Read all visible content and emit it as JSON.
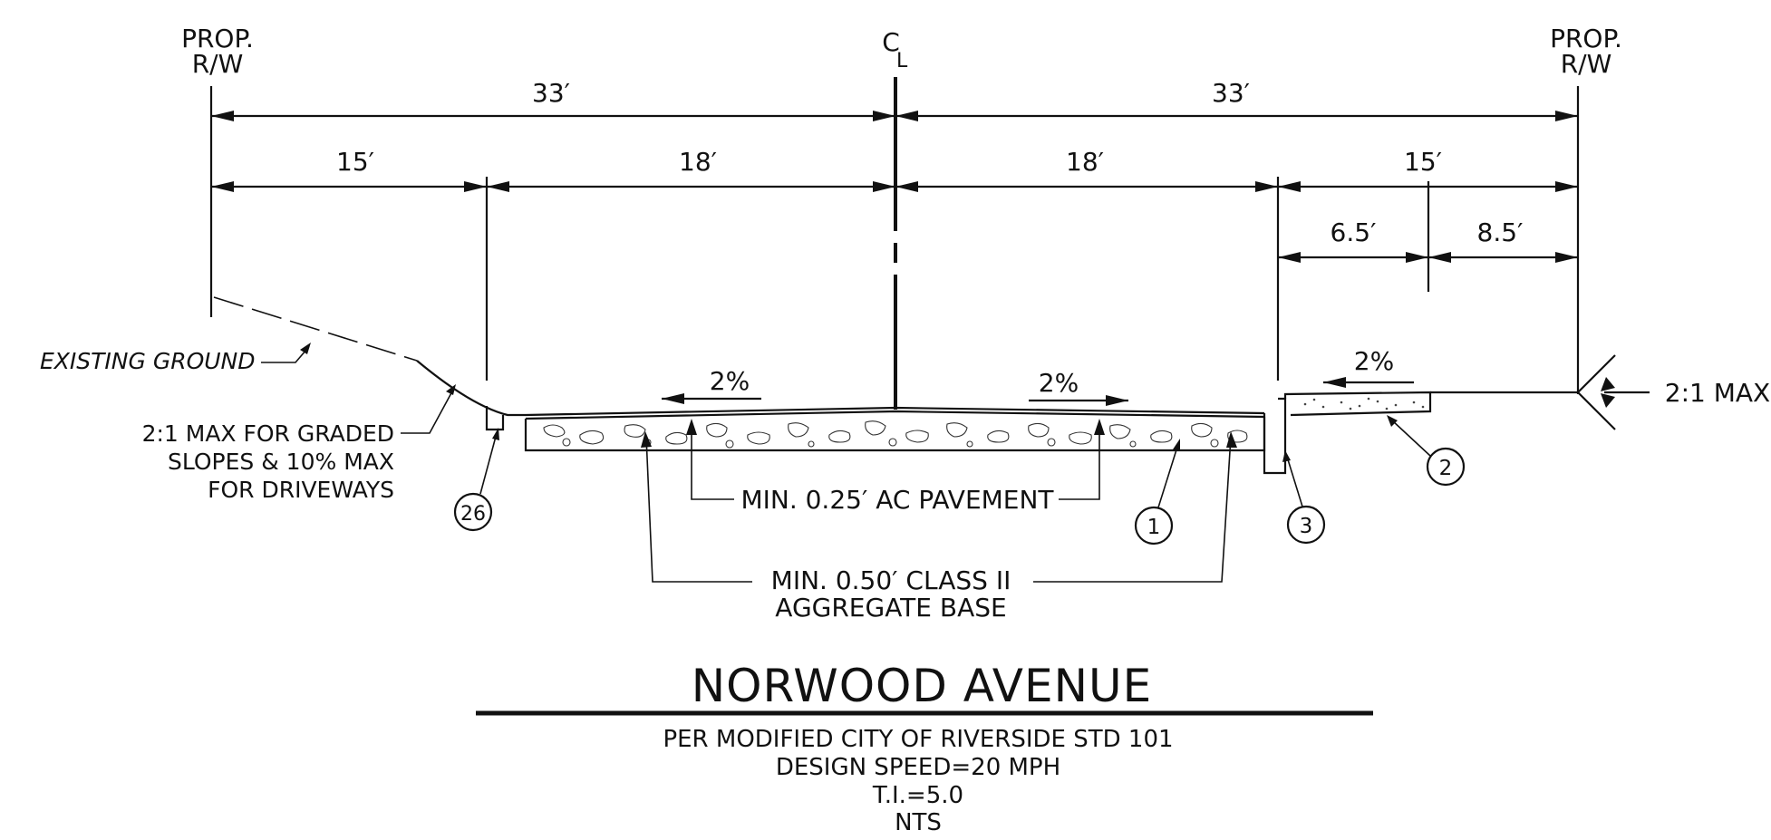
{
  "header": {
    "left_row_line1": "PROP.",
    "left_row_line2": "R/W",
    "right_row_line1": "PROP.",
    "right_row_line2": "R/W",
    "centerline_symbol_c": "C",
    "centerline_symbol_l": "L"
  },
  "dimensions": {
    "left_total": "33′",
    "right_total": "33′",
    "left_parkway": "15′",
    "left_half_road": "18′",
    "right_half_road": "18′",
    "right_parkway": "15′",
    "right_sidewalk": "6.5′",
    "right_landscape": "8.5′"
  },
  "slopes": {
    "left_cross_slope": "2%",
    "right_cross_slope": "2%",
    "sidewalk_slope": "2%"
  },
  "callouts": {
    "existing_ground": "EXISTING GROUND",
    "graded_slopes_line1": "2:1 MAX FOR GRADED",
    "graded_slopes_line2": "SLOPES & 10% MAX",
    "graded_slopes_line3": "FOR DRIVEWAYS",
    "right_max_slope": "2:1 MAX",
    "ac_pavement": "MIN. 0.25′ AC PAVEMENT",
    "aggregate_line1": "MIN. 0.50′ CLASS II",
    "aggregate_line2": "AGGREGATE BASE",
    "key_26": "26",
    "key_1": "1",
    "key_3": "3",
    "key_2": "2"
  },
  "title_block": {
    "title": "NORWOOD AVENUE",
    "line1": "PER MODIFIED CITY OF RIVERSIDE STD 101",
    "line2": "DESIGN SPEED=20 MPH",
    "line3": "T.I.=5.0",
    "line4": "NTS"
  }
}
